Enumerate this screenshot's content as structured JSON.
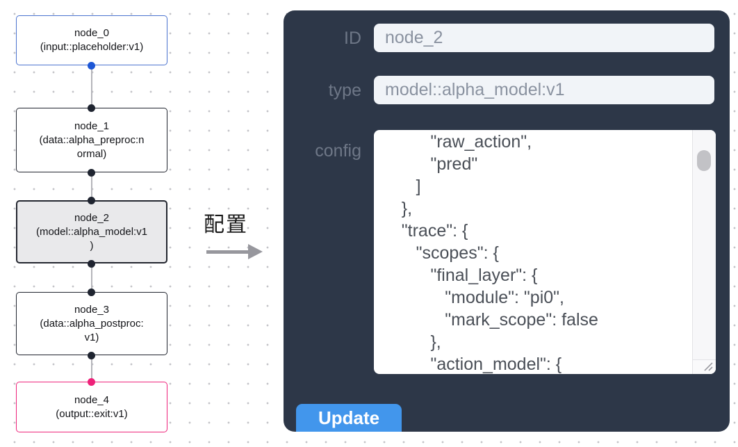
{
  "flow": {
    "nodes": [
      {
        "title": "node_0",
        "subtitle": "(input::placeholder:v1)"
      },
      {
        "title": "node_1",
        "subtitle": "(data::alpha_preproc:n\normal)"
      },
      {
        "title": "node_2",
        "subtitle": "(model::alpha_model:v1\n)",
        "selected": true
      },
      {
        "title": "node_3",
        "subtitle": "(data::alpha_postproc:\nv1)"
      },
      {
        "title": "node_4",
        "subtitle": "(output::exit:v1)"
      }
    ]
  },
  "transfer": {
    "label": "配置"
  },
  "panel": {
    "id_label": "ID",
    "id_value": "node_2",
    "type_label": "type",
    "type_value": "model::alpha_model:v1",
    "config_label": "config",
    "config_value": "          \"raw_action\",\n          \"pred\"\n       ]\n    },\n    \"trace\": {\n       \"scopes\": {\n          \"final_layer\": {\n             \"module\": \"pi0\",\n             \"mark_scope\": false\n          },\n          \"action_model\": {",
    "update_label": "Update"
  },
  "colors": {
    "panel_bg": "#2d3748",
    "button_blue": "#4296ec",
    "input_node_border": "#4a72cf",
    "output_node_border": "#ee2179",
    "selected_node_bg": "#e9e9eb",
    "handle_blue": "#1c56d6",
    "handle_pink": "#ee2179",
    "handle_dark": "#1f2430",
    "edge_gray": "#b5b5ba"
  }
}
